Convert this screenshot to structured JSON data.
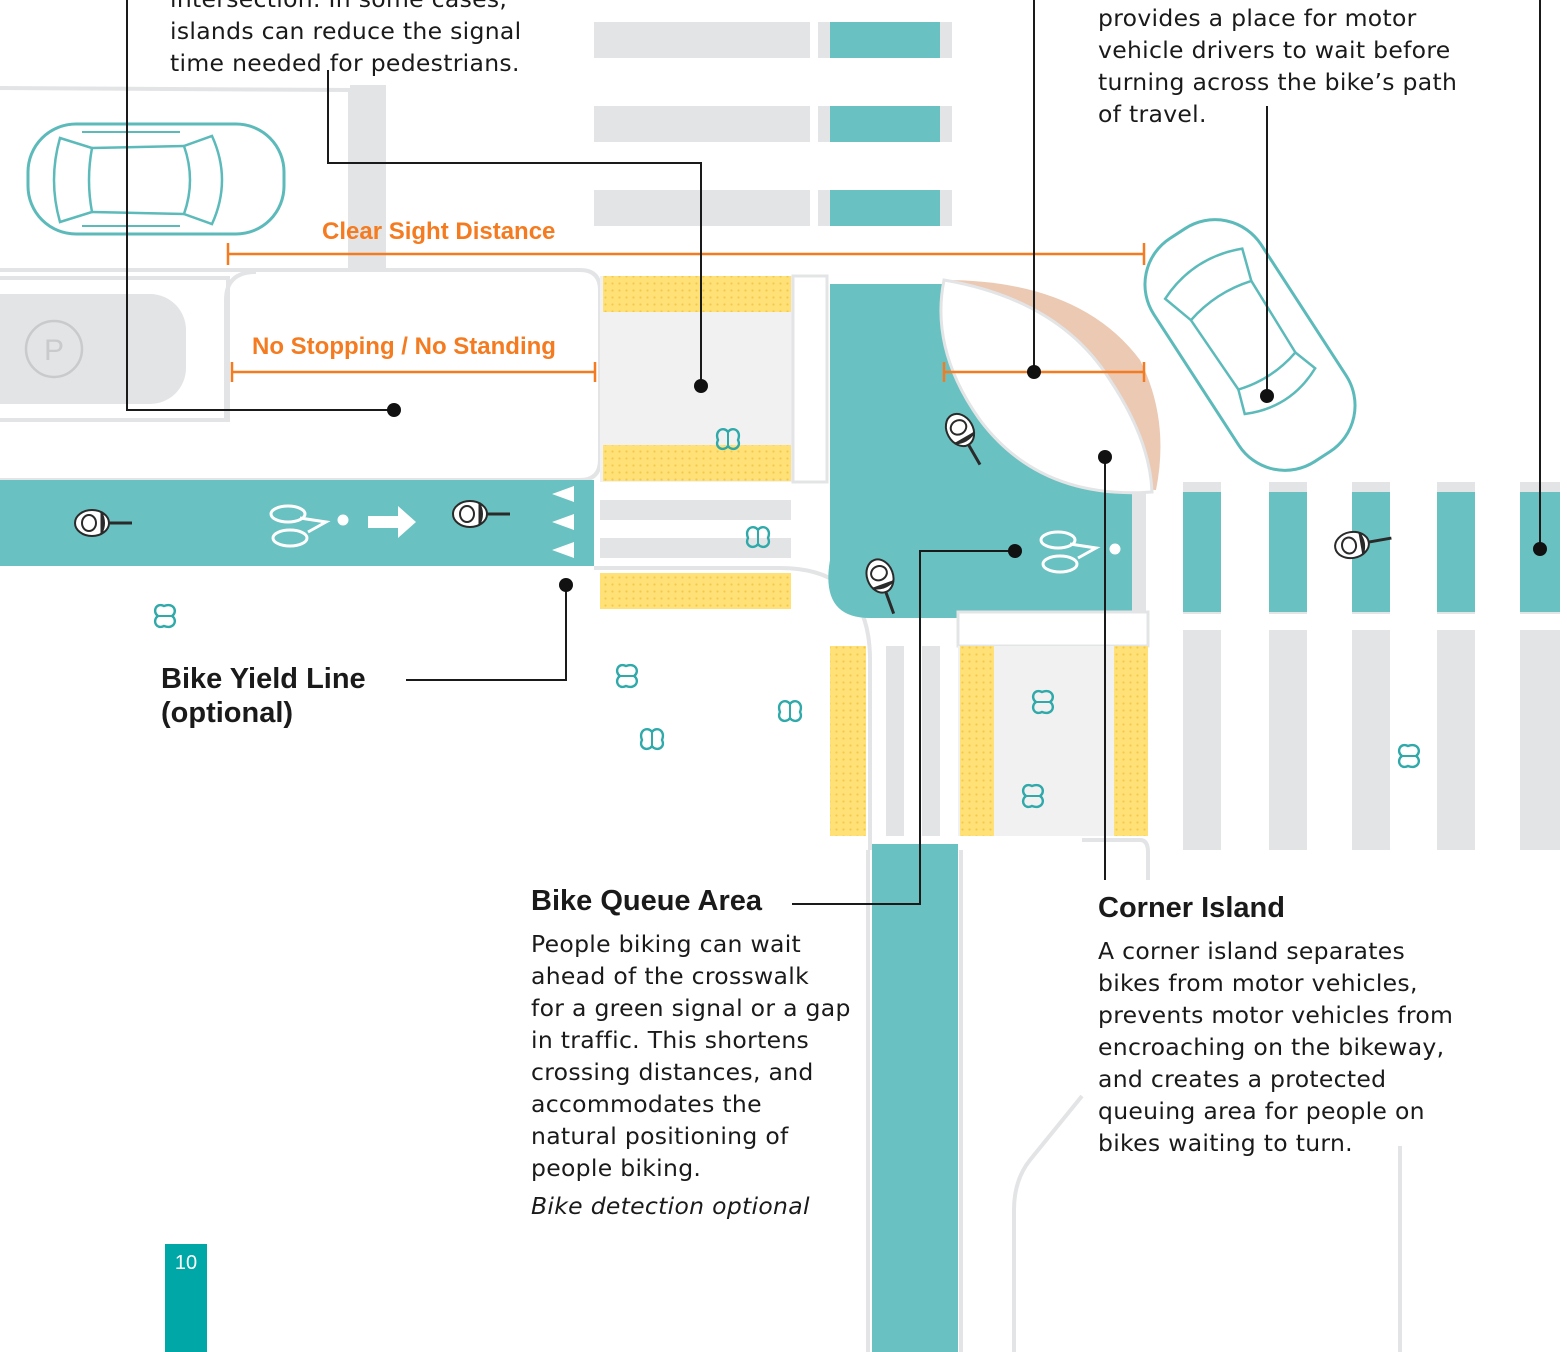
{
  "callouts": {
    "top_left": [
      "intersection. In some cases,",
      "islands can reduce the signal",
      "time needed for pedestrians."
    ],
    "top_right": [
      "provides a place for motor",
      "vehicle drivers to wait before",
      "turning across the bike’s path",
      "of travel."
    ]
  },
  "dimensions": {
    "clear_sight": "Clear Sight Distance",
    "no_stopping": "No Stopping / No Standing"
  },
  "parking_symbol": "P",
  "bike_yield": {
    "title": [
      "Bike Yield Line",
      "(optional)"
    ]
  },
  "bike_queue": {
    "title": "Bike Queue Area",
    "body": [
      "People biking can wait",
      "ahead of the crosswalk",
      "for a green signal or a gap",
      "in traffic. This shortens",
      "crossing distances, and",
      "accommodates the",
      "natural positioning of",
      "people biking."
    ],
    "note": "Bike detection optional"
  },
  "corner_island": {
    "title": "Corner Island",
    "body": [
      "A corner island separates",
      "bikes from motor vehicles,",
      "prevents motor vehicles from",
      "encroaching on the bikeway,",
      "and creates a protected",
      "queuing area for people on",
      "bikes waiting to turn."
    ]
  },
  "page_number": "10",
  "colors": {
    "bikeway": "#69c1c1",
    "accent": "#00a7a7",
    "dimension": "#f47b20",
    "tactile": "#ffe178",
    "island_buffer": "#ebc9b3",
    "pavement_gray": "#e3e4e6"
  }
}
